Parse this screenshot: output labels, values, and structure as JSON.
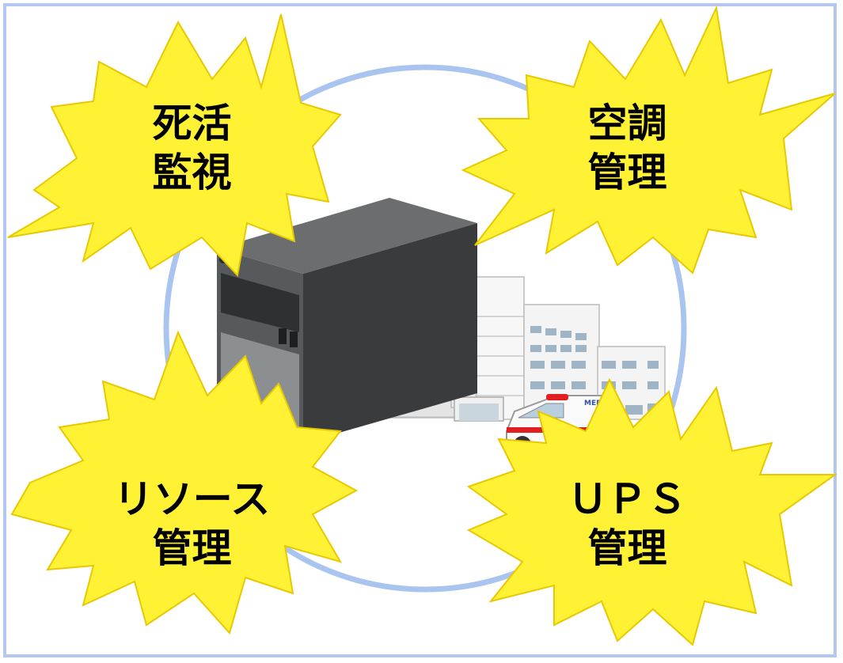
{
  "colors": {
    "frame": "#b4c7f0",
    "circle": "#aac4f0",
    "burst_fill": "#fff234",
    "burst_stroke": "#e8c800"
  },
  "features": {
    "top_left": {
      "line1": "死活",
      "line2": "監視"
    },
    "top_right": {
      "line1": "空調",
      "line2": "管理"
    },
    "bottom_left": {
      "line1": "リソース",
      "line2": "管理"
    },
    "bottom_right": {
      "line1": "ＵＰＳ",
      "line2": "管理"
    }
  },
  "illustration": {
    "ambulance_text": "MEDIC"
  }
}
